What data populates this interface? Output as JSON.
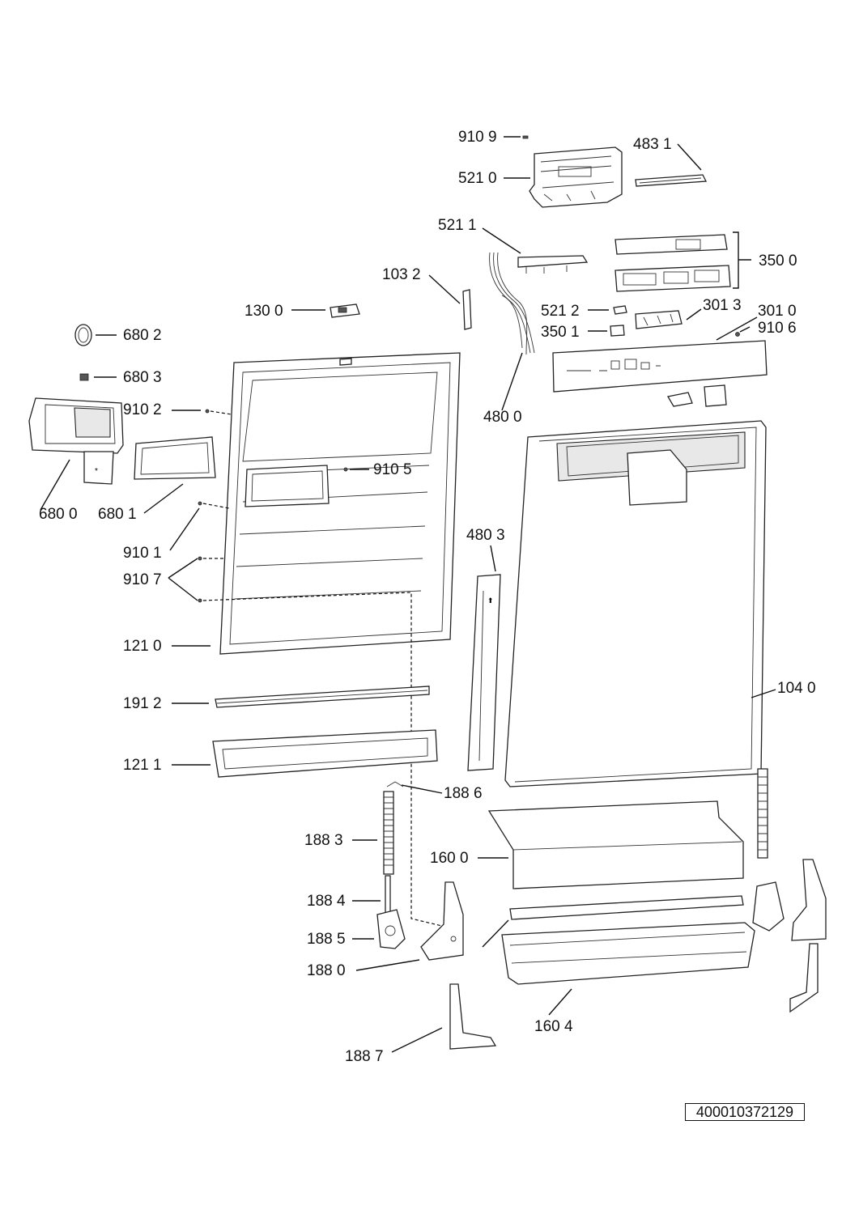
{
  "labels": {
    "p9109": "910 9",
    "p5210": "521 0",
    "p4831": "483 1",
    "p5211": "521 1",
    "p3500": "350 0",
    "p1032": "103 2",
    "p1300": "130 0",
    "p5212": "521 2",
    "p3013": "301 3",
    "p3010": "301 0",
    "p3501": "350 1",
    "p9106": "910 6",
    "p6802": "680 2",
    "p6803": "680 3",
    "p9102": "910 2",
    "p4800": "480 0",
    "p9105": "910 5",
    "p6800": "680 0",
    "p6801": "680 1",
    "p9101": "910 1",
    "p4803": "480 3",
    "p9107": "910 7",
    "p1210": "121 0",
    "p1040": "104 0",
    "p1912": "191 2",
    "p1211": "121 1",
    "p1886": "188 6",
    "p1883": "188 3",
    "p1600": "160 0",
    "p1884": "188 4",
    "p1885": "188 5",
    "p1880": "188 0",
    "p1604": "160 4",
    "p1887": "188 7"
  },
  "document_number": "400010372129"
}
